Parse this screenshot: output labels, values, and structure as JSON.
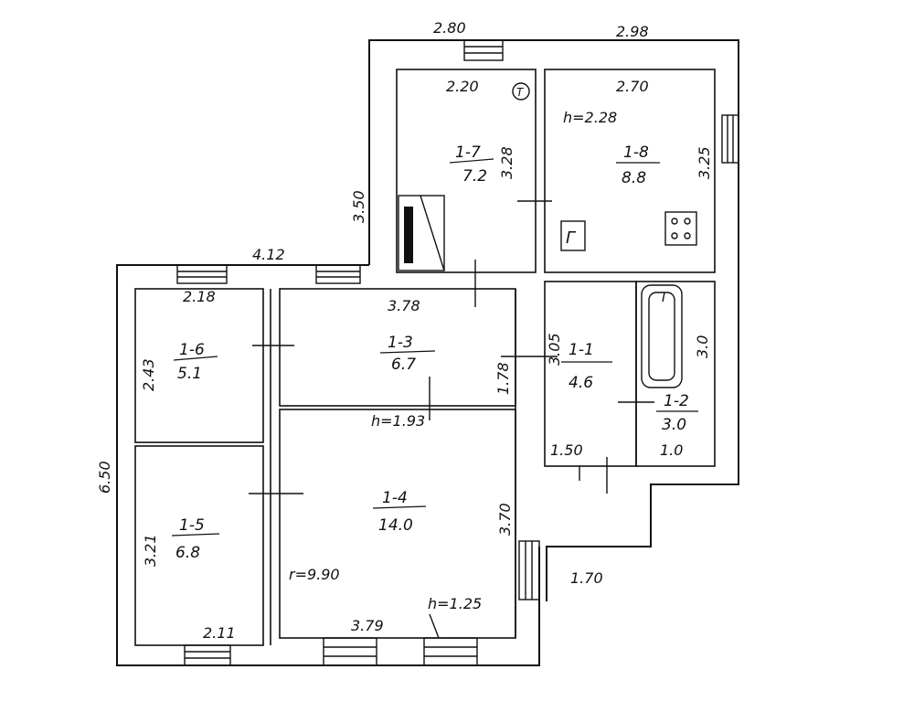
{
  "dimensions": {
    "top_left_width": "2.80",
    "top_right_width": "2.98",
    "left_wing_width": "4.12",
    "left_total_height": "6.50",
    "upper_height": "3.50",
    "room_1_7_width": "2.20",
    "room_1_7_height": "3.28",
    "room_1_8_width": "2.70",
    "room_1_8_height": "3.25",
    "room_1_8_ceiling": "h=2.28",
    "room_1_6_width": "2.18",
    "room_1_6_height": "2.43",
    "room_1_3_width": "3.78",
    "room_1_3_height": "1.78",
    "room_1_3_ceiling": "h=1.93",
    "room_1_4_height": "3.70",
    "room_1_4_bottom": "3.79",
    "room_1_4_ceiling": "h=1.25",
    "room_1_4_perimeter": "r=9.90",
    "room_1_5_height": "3.21",
    "room_1_5_bottom": "2.11",
    "room_1_1_height": "3.05",
    "room_1_1_width": "1.50",
    "room_1_2_height": "3.0",
    "room_1_2_width": "1.0",
    "porch_width": "1.70"
  },
  "rooms": [
    {
      "id": "1-7",
      "area": "7.2"
    },
    {
      "id": "1-8",
      "area": "8.8"
    },
    {
      "id": "1-6",
      "area": "5.1"
    },
    {
      "id": "1-3",
      "area": "6.7"
    },
    {
      "id": "1-4",
      "area": "14.0"
    },
    {
      "id": "1-5",
      "area": "6.8"
    },
    {
      "id": "1-1",
      "area": "4.6"
    },
    {
      "id": "1-2",
      "area": "3.0"
    }
  ],
  "symbols": {
    "boiler_mark": "T",
    "stove_mark": "Г",
    "bath_mark": "I"
  }
}
